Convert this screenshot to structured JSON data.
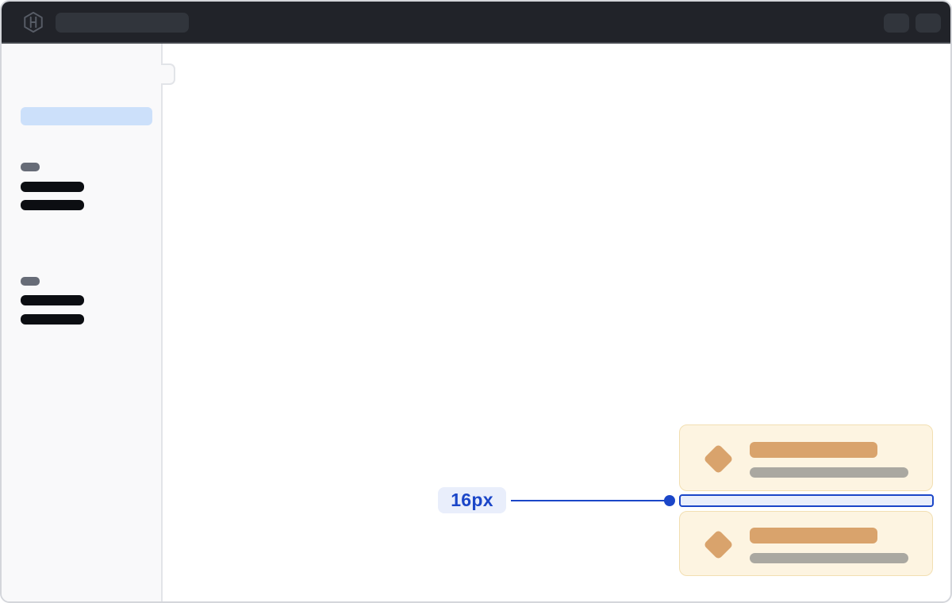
{
  "annotation": {
    "label": "16px"
  },
  "topbar": {
    "logo_icon": "hashicorp-logo",
    "nav_placeholder": "skeleton",
    "action_placeholders": 2
  },
  "sidebar": {
    "active_item": "skeleton-selected",
    "sections": [
      {
        "label": "skeleton",
        "items": 2
      },
      {
        "label": "skeleton",
        "items": 2
      }
    ]
  },
  "cards": [
    {
      "icon": "diamond",
      "title": "skeleton",
      "subtitle": "skeleton"
    },
    {
      "icon": "diamond",
      "title": "skeleton",
      "subtitle": "skeleton"
    }
  ],
  "colors": {
    "frame_border": "#d4d6db",
    "topbar_bg": "#212329",
    "topbar_border": "#45484e",
    "topbar_pill": "#31353c",
    "sidebar_bg": "#f9f9fa",
    "sidebar_border": "#e2e4e8",
    "highlight_blue": "#cce0fa",
    "skeleton_dark": "#0c0e12",
    "skeleton_gray": "#676c77",
    "card_bg": "#fdf4e1",
    "card_border": "#f2dfb2",
    "card_accent": "#d9a36c",
    "card_muted": "#aaa8a1",
    "annotation_blue": "#1b46c8",
    "annotation_bg": "#e9eefb"
  }
}
